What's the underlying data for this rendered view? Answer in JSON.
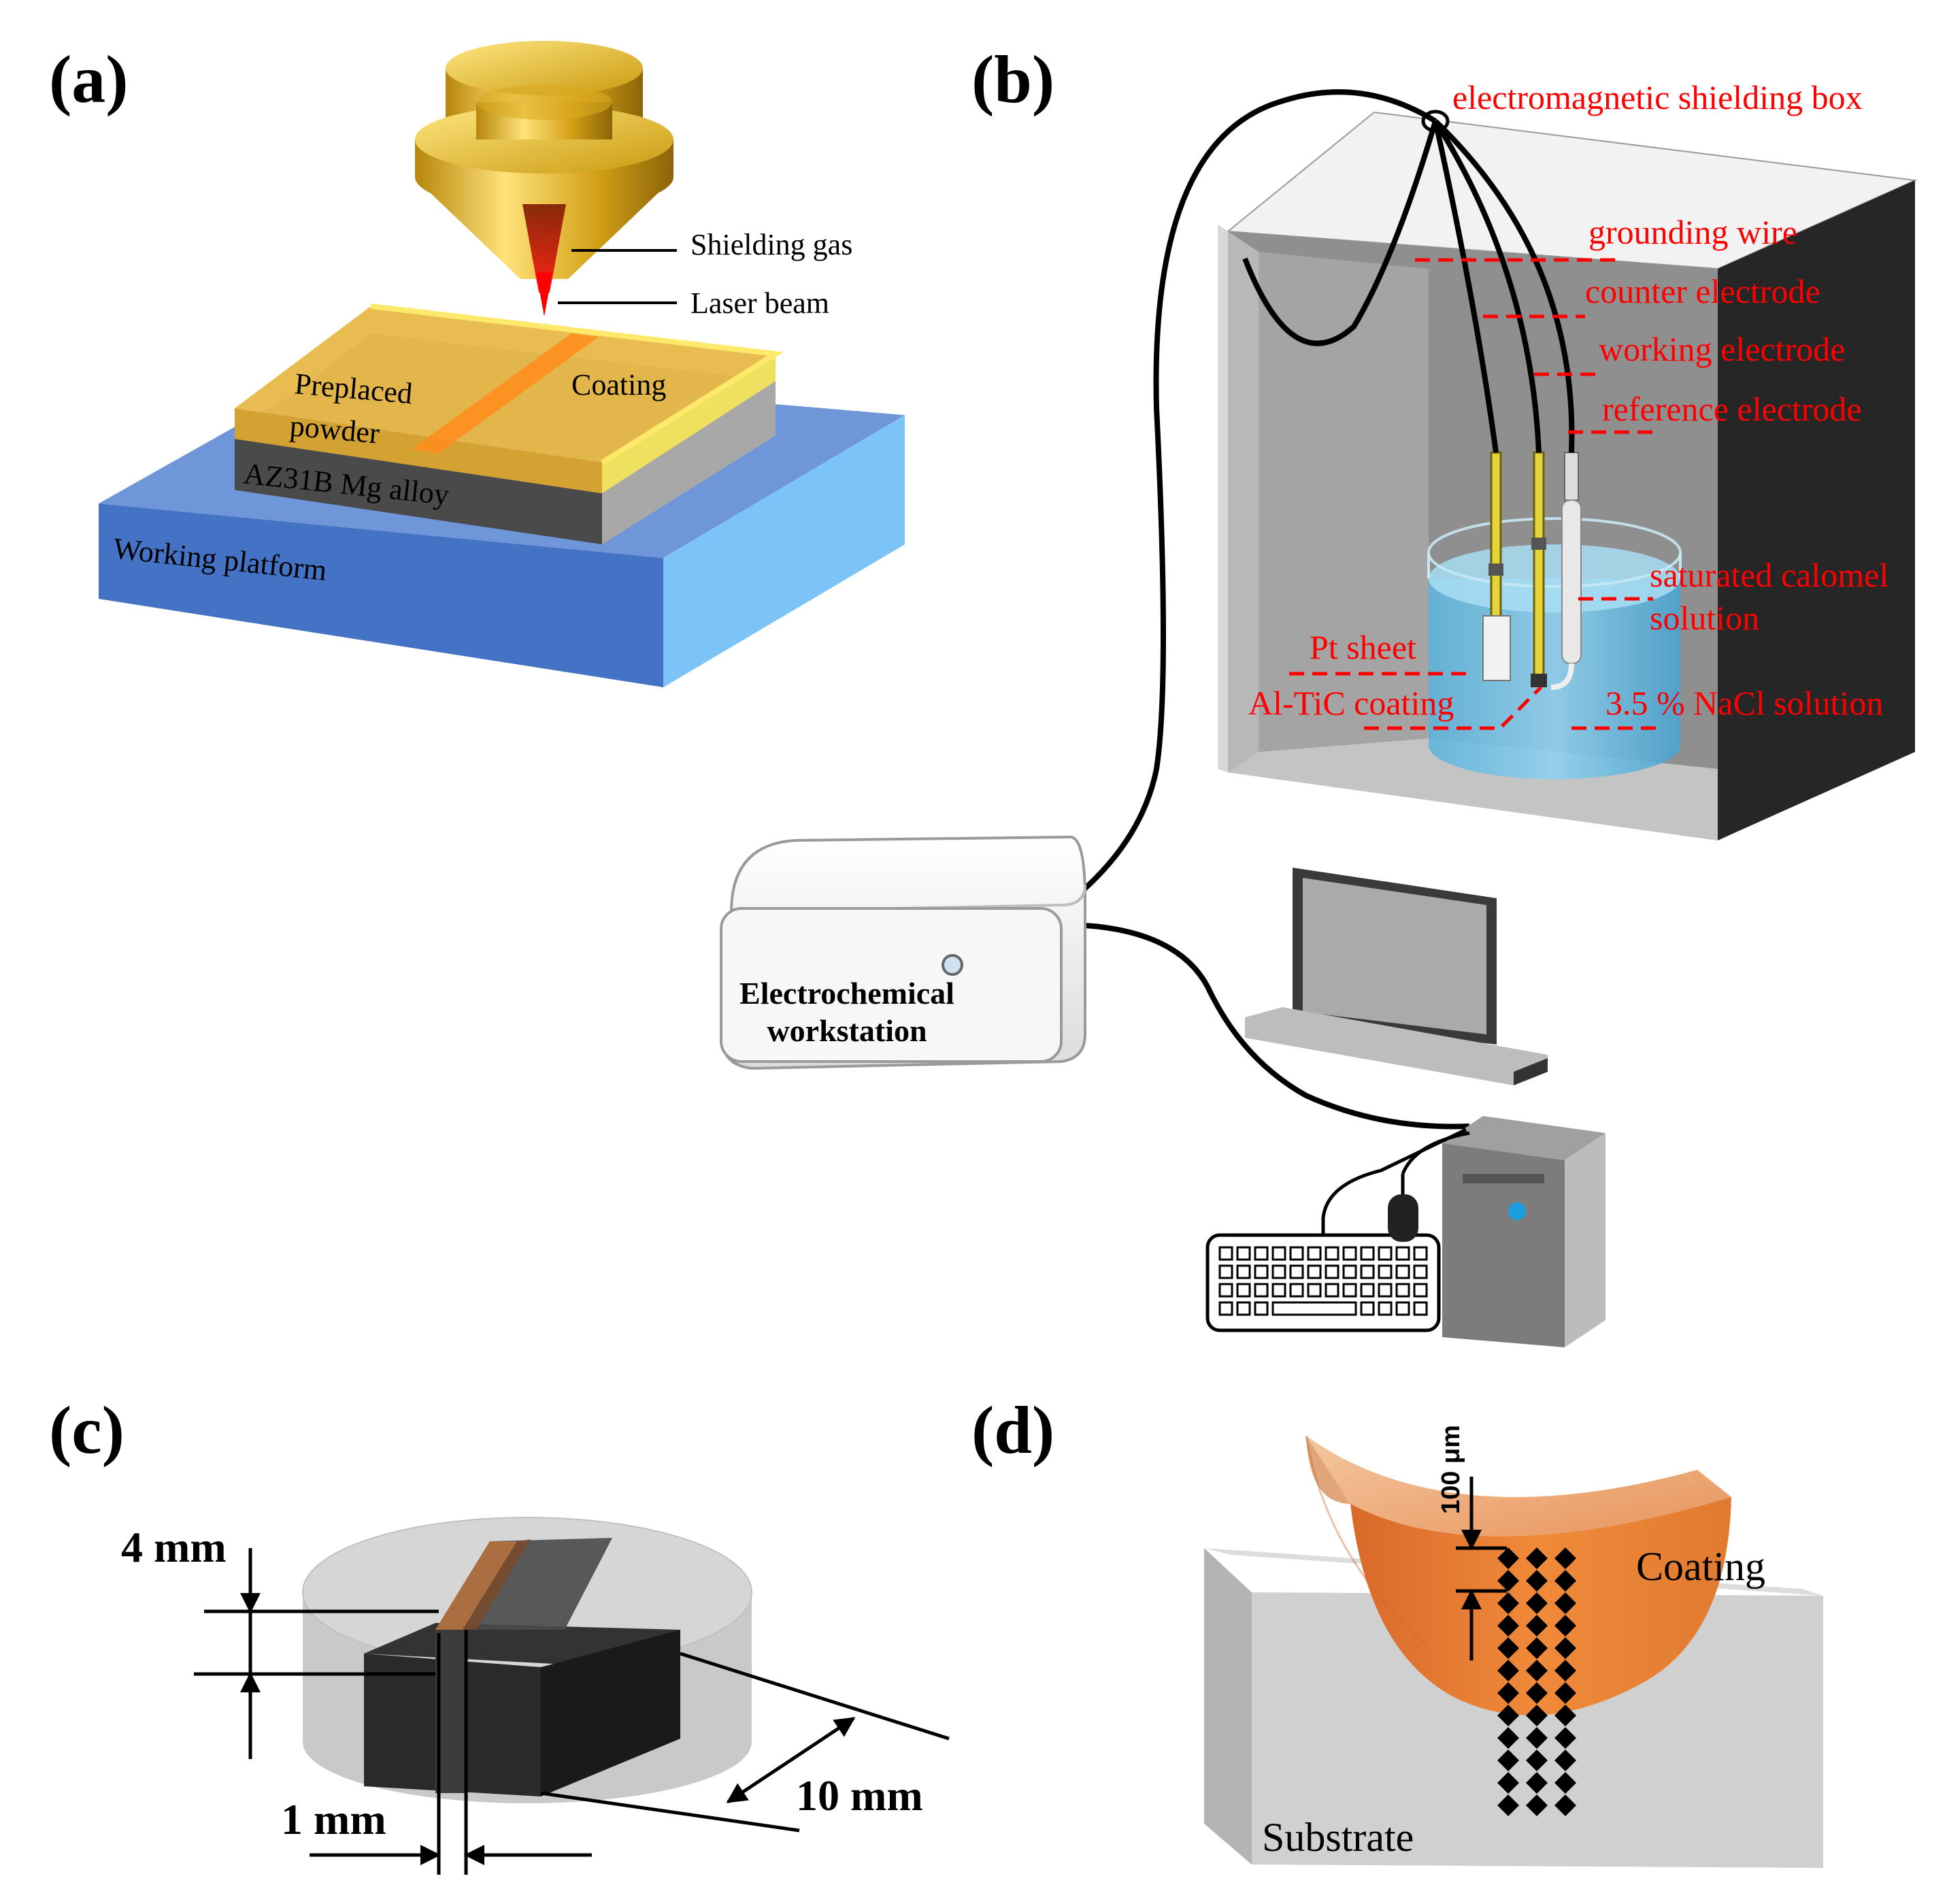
{
  "panels": {
    "a": {
      "label": "(a)",
      "shielding_gas": "Shielding gas",
      "laser_beam": "Laser beam",
      "preplaced_line1": "Preplaced",
      "preplaced_line2": "powder",
      "coating": "Coating",
      "alloy": "AZ31B Mg alloy",
      "platform": "Working platform"
    },
    "b": {
      "label": "(b)",
      "shielding_box": "electromagnetic  shielding box",
      "grounding_wire": "grounding wire",
      "counter_electrode": "counter electrode",
      "working_electrode": "working  electrode",
      "reference_electrode": "reference  electrode",
      "calomel_line1": "saturated calomel",
      "calomel_line2": "solution",
      "pt_sheet": "Pt sheet",
      "altic_coating": "Al-TiC  coating",
      "nacl": "3.5 % NaCl solution",
      "workstation_line1": "Electrochemical",
      "workstation_line2": "workstation"
    },
    "c": {
      "label": "(c)",
      "dim_4mm": "4 mm",
      "dim_1mm": "1 mm",
      "dim_10mm": "10 mm"
    },
    "d": {
      "label": "(d)",
      "dim_100um": "100 μm",
      "coating": "Coating",
      "substrate": "Substrate"
    }
  },
  "colors": {
    "annotation_red": "#ff0000",
    "platform_blue": "#4472c4",
    "coating_gold": "#f0c040",
    "coating_orange": "#e87a30"
  }
}
